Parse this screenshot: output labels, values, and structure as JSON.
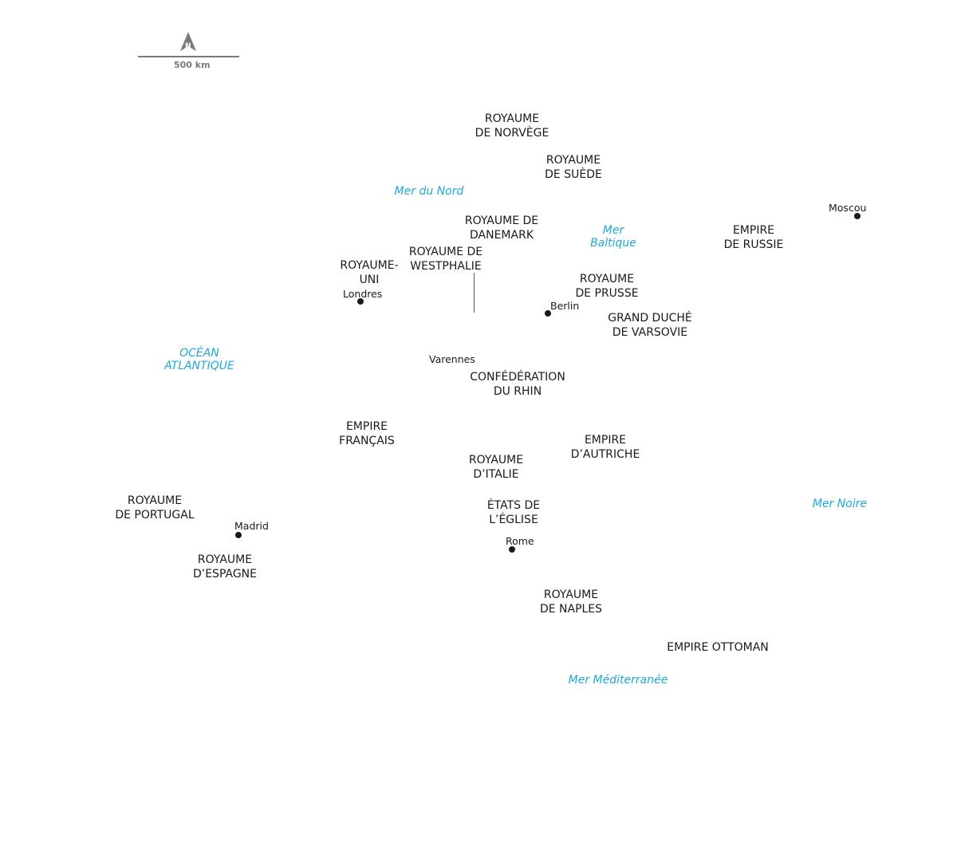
{
  "scale": {
    "label": "500 km",
    "north": "N"
  },
  "colors": {
    "water_text": "#1fa8d8",
    "text": "#1a1a1a",
    "scale_gray": "#7a7a7a"
  },
  "states": {
    "norvege": [
      "ROYAUME",
      "DE NORVÈGE"
    ],
    "suede": [
      "ROYAUME",
      "DE SUÈDE"
    ],
    "danemark": [
      "ROYAUME DE",
      "DANEMARK"
    ],
    "westphalie": [
      "ROYAUME DE",
      "WESTPHALIE"
    ],
    "royaume_uni": [
      "ROYAUME-",
      "UNI"
    ],
    "prusse": [
      "ROYAUME",
      "DE PRUSSE"
    ],
    "varsovie": [
      "GRAND DUCHÉ",
      "DE VARSOVIE"
    ],
    "russie": [
      "EMPIRE",
      "DE RUSSIE"
    ],
    "rhin": [
      "CONFÉDÉRATION",
      "DU RHIN"
    ],
    "france": [
      "EMPIRE",
      "FRANÇAIS"
    ],
    "autriche": [
      "EMPIRE",
      "D’AUTRICHE"
    ],
    "italie": [
      "ROYAUME",
      "D’ITALIE"
    ],
    "eglise": [
      "ÉTATS DE",
      "L’ÉGLISE"
    ],
    "portugal": [
      "ROYAUME",
      "DE PORTUGAL"
    ],
    "espagne": [
      "ROYAUME",
      "D’ESPAGNE"
    ],
    "naples": [
      "ROYAUME",
      "DE NAPLES"
    ],
    "ottoman": [
      "EMPIRE OTTOMAN"
    ]
  },
  "waters": {
    "nord": [
      "Mer du Nord"
    ],
    "baltique": [
      "Mer",
      "Baltique"
    ],
    "atlantique": [
      "OCÉAN",
      "ATLANTIQUE"
    ],
    "noire": [
      "Mer Noire"
    ],
    "mediterranee": [
      "Mer Méditerranée"
    ]
  },
  "cities": {
    "londres": "Londres",
    "berlin": "Berlin",
    "moscou": "Moscou",
    "varennes": "Varennes",
    "madrid": "Madrid",
    "rome": "Rome"
  }
}
